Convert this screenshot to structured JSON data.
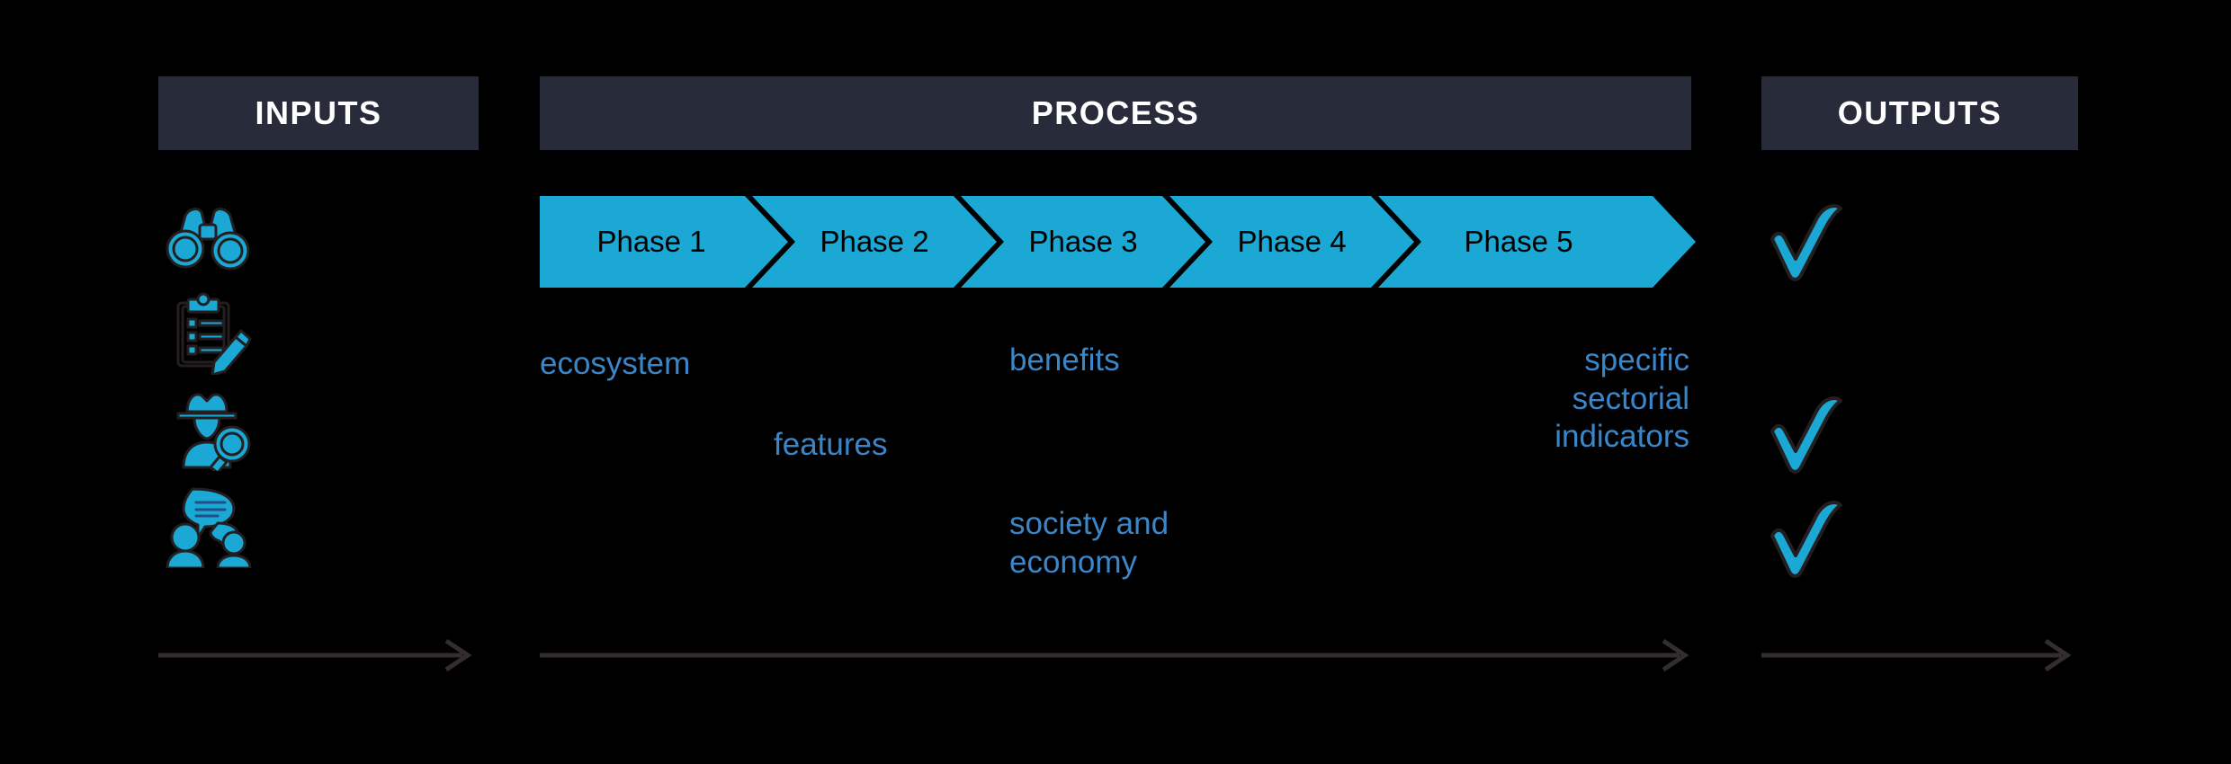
{
  "diagram": {
    "title": "Inputs Process Outputs",
    "background_color": "#000000",
    "header_band_color": "#282c3a",
    "accent_cyan": "#1ba8d5",
    "keyword_blue": "#3a86c8",
    "arrow_color": "#332c30"
  },
  "columns": {
    "inputs": {
      "header_label": "INPUTS",
      "icons": [
        {
          "name": "binoculars-icon",
          "label": "binoculars"
        },
        {
          "name": "clipboard-pen-icon",
          "label": "clipboard with pen"
        },
        {
          "name": "detective-magnifier-icon",
          "label": "detective with magnifying glass"
        },
        {
          "name": "interview-people-icon",
          "label": "two people with speech bubble"
        }
      ]
    },
    "process": {
      "header_label": "PROCESS",
      "phases": [
        {
          "label": "Phase 1"
        },
        {
          "label": "Phase 2"
        },
        {
          "label": "Phase 3"
        },
        {
          "label": "Phase 4"
        },
        {
          "label": "Phase 5"
        }
      ],
      "keywords": [
        {
          "id": "ecosystem",
          "text": "ecosystem"
        },
        {
          "id": "features",
          "text": "features"
        },
        {
          "id": "benefits",
          "text": "benefits"
        },
        {
          "id": "society_economy",
          "text": "society and\neconomy"
        },
        {
          "id": "specific_sectorial_indicators",
          "text": "specific\nsectorial\nindicators"
        }
      ]
    },
    "outputs": {
      "header_label": "OUTPUTS",
      "checkmarks": [
        {
          "name": "checkmark-1"
        },
        {
          "name": "checkmark-2"
        },
        {
          "name": "checkmark-3"
        }
      ]
    }
  },
  "flow_arrows": [
    {
      "name": "inputs-flow-arrow"
    },
    {
      "name": "process-flow-arrow"
    },
    {
      "name": "outputs-flow-arrow"
    }
  ]
}
